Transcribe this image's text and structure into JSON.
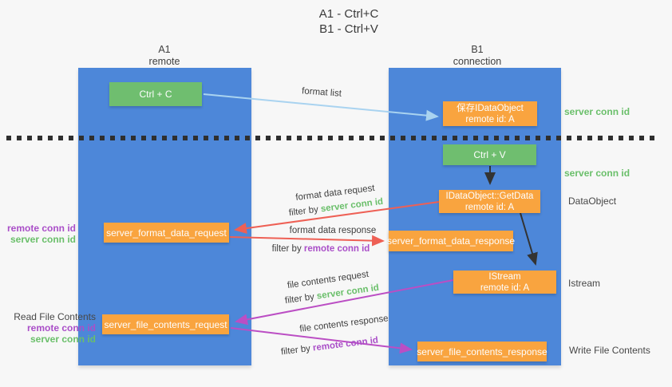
{
  "title": {
    "line1": "A1 - Ctrl+C",
    "line2": "B1 - Ctrl+V"
  },
  "columns": {
    "a1": {
      "id": "A1",
      "subtitle": "remote"
    },
    "b1": {
      "id": "B1",
      "subtitle": "connection"
    }
  },
  "nodes": {
    "ctrl_c": {
      "label": "Ctrl + C"
    },
    "ctrl_v": {
      "label": "Ctrl + V"
    },
    "save_idataobject": {
      "line1": "保存IDataObject",
      "line2": "remote id: A"
    },
    "idataobject_getdata": {
      "line1": "IDataObject::GetData",
      "line2": "remote id: A"
    },
    "istream": {
      "line1": "IStream",
      "line2": "remote id: A"
    },
    "server_format_data_request": {
      "label": "server_format_data_request"
    },
    "server_format_data_response": {
      "label": "server_format_data_response"
    },
    "server_file_contents_request": {
      "label": "server_file_contents_request"
    },
    "server_file_contents_response": {
      "label": "server_file_contents_response"
    }
  },
  "arrow_labels": {
    "format_list": "format list",
    "format_data_request": "format data request",
    "format_data_response": "format data response",
    "file_contents_request": "file contents request",
    "file_contents_response": "file contents response",
    "filter_by": "filter by ",
    "server_conn_id": "server conn id",
    "remote_conn_id": "remote conn id"
  },
  "side_labels": {
    "server_conn_id_top": "server conn id",
    "server_conn_id_mid": "server conn id",
    "dataobject": "DataObject",
    "istream": "Istream",
    "write_file_contents": "Write File Contents",
    "read_file_contents": "Read File Contents",
    "remote_conn_id": "remote conn id",
    "server_conn_id": "server conn id"
  },
  "colors": {
    "background": "#f7f7f7",
    "column_blue": "#4d87d9",
    "node_green": "#6fbe6f",
    "node_orange": "#f9a43f",
    "text_green": "#6abf6a",
    "text_purple": "#aa4fc8",
    "arrow_red": "#ee6055",
    "arrow_magenta": "#bb4ec4",
    "arrow_lightblue": "#a9d3f0",
    "arrow_black": "#333333",
    "dotted_line": "#2f2f2f"
  }
}
